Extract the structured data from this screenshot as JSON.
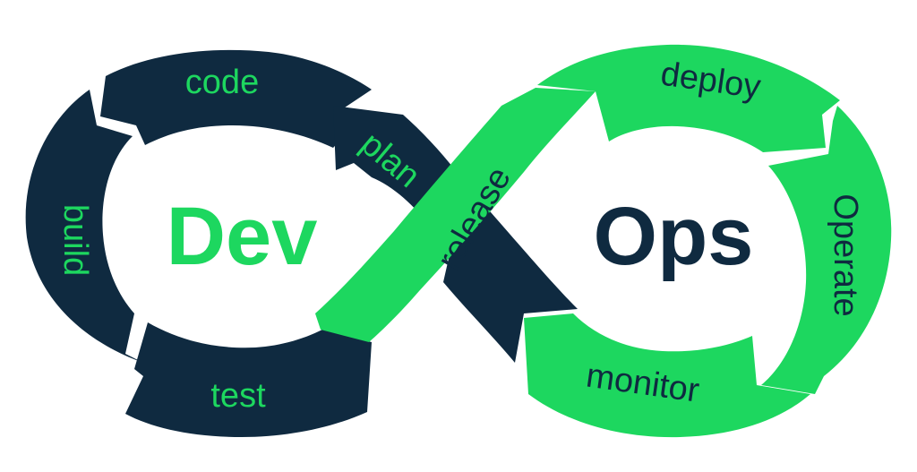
{
  "colors": {
    "dark": "#0F2A40",
    "green": "#1DD75F",
    "background": "#FFFFFF"
  },
  "center": {
    "dev": "Dev",
    "ops": "Ops"
  },
  "stages": {
    "code": "code",
    "build": "build",
    "test": "test",
    "plan": "plan",
    "release": "release",
    "deploy": "deploy",
    "operate": "Operate",
    "monitor": "monitor"
  }
}
